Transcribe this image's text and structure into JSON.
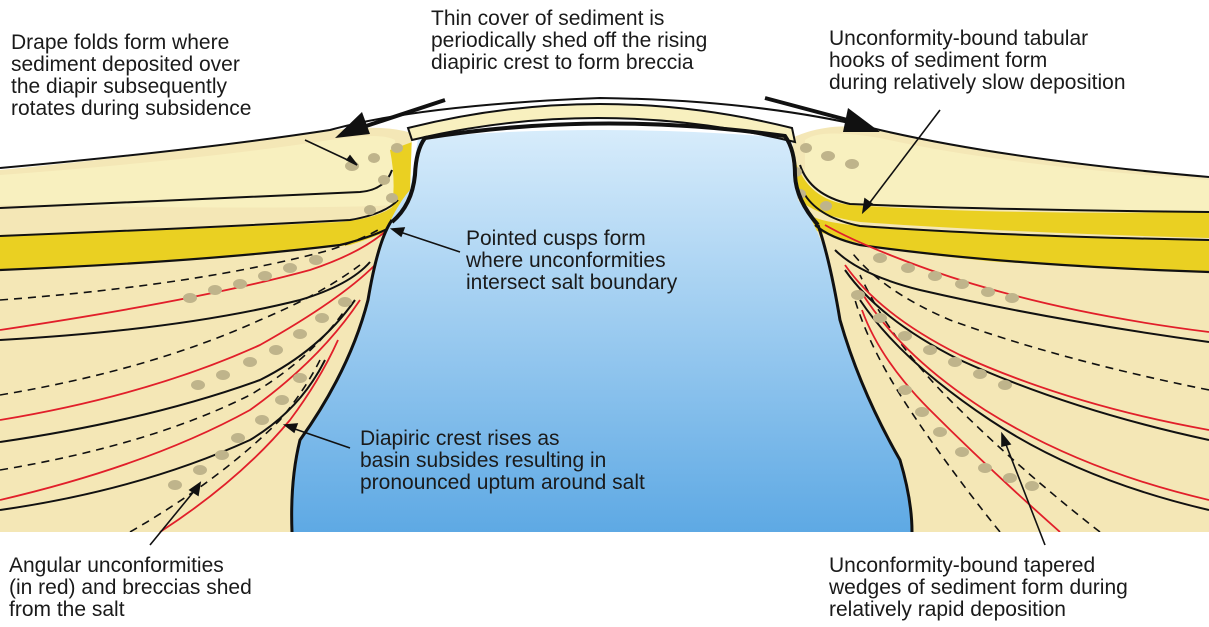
{
  "colors": {
    "salt_top": "#d7ecfb",
    "salt_bottom": "#5ea9e4",
    "sediment": "#f4e7b6",
    "drape_layer": "#f8f0bf",
    "bright_bed": "#ead022",
    "unconformity": "#e11f2a",
    "breccia": "#bfb48b",
    "line": "#111111"
  },
  "icons": {
    "breccia_clast": "breccia-dot-icon",
    "movement_arrow": "slide-arrow-icon",
    "callout_arrow": "callout-arrow-icon"
  },
  "labels": {
    "drape_folds": [
      "Drape folds form where",
      "sediment deposited over",
      "the diapir subsequently",
      "rotates during subsidence"
    ],
    "thin_cover": [
      "Thin cover of sediment is",
      "periodically shed off the rising",
      "diapiric crest to form breccia"
    ],
    "tabular_hooks": [
      "Unconformity-bound tabular",
      "hooks of sediment form",
      "during relatively slow deposition"
    ],
    "pointed_cusps": [
      "Pointed cusps form",
      "where unconformities",
      "intersect salt boundary"
    ],
    "diapiric_crest": [
      "Diapiric crest rises as",
      "basin subsides resulting in",
      "pronounced uptum around salt"
    ],
    "angular_unconformities": [
      "Angular unconformities",
      "(in red) and breccias shed",
      "from the salt"
    ],
    "tapered_wedges": [
      "Unconformity-bound tapered",
      "wedges of sediment form during",
      "relatively rapid deposition"
    ]
  }
}
